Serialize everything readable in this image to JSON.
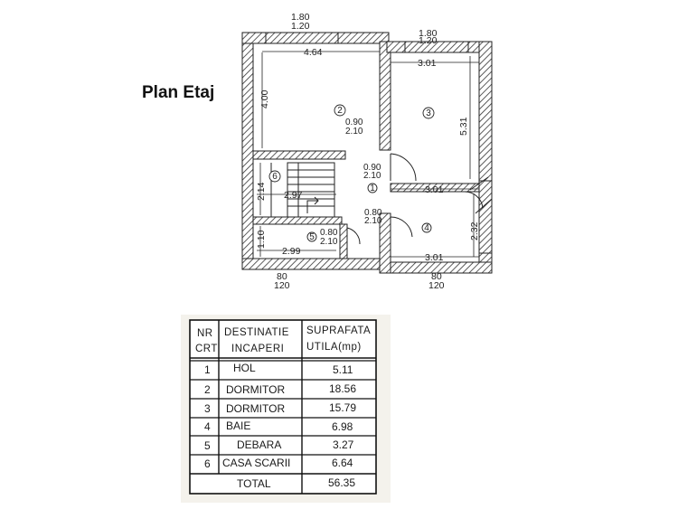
{
  "title": "Plan Etaj",
  "dimensions": {
    "top_left_window": [
      "1.80",
      "1.20"
    ],
    "top_right_window": [
      "1.80",
      "1.20"
    ],
    "bottom_left_window": [
      "80",
      "120"
    ],
    "bottom_right_window": [
      "80",
      "120"
    ],
    "room2_width": "4.64",
    "room2_height": "4.00",
    "room3_width": "3.01",
    "room3_height": "5.31",
    "door_2": [
      "0.90",
      "2.10"
    ],
    "door_1": [
      "0.90",
      "2.10"
    ],
    "door_4": [
      "0.80",
      "2.10"
    ],
    "door_5": [
      "0.80",
      "2.10"
    ],
    "room1_width": "3.01",
    "room4_width": "3.01",
    "room4_height": "2.32",
    "stair_height": "2.14",
    "stair_width": "2.97",
    "room5_height": "1.10",
    "room5_width": "2.99"
  },
  "room_numbers": [
    "1",
    "2",
    "3",
    "4",
    "5",
    "6"
  ],
  "table": {
    "headers": [
      [
        "NR",
        "CRT"
      ],
      [
        "DESTINATIE",
        "INCAPERI"
      ],
      [
        "SUPRAFATA",
        "UTILA(mp)"
      ]
    ],
    "rows": [
      [
        "1",
        "HOL",
        "5.11"
      ],
      [
        "2",
        "DORMITOR",
        "18.56"
      ],
      [
        "3",
        "DORMITOR",
        "15.79"
      ],
      [
        "4",
        "BAIE",
        "6.98"
      ],
      [
        "5",
        "DEBARA",
        "3.27"
      ],
      [
        "6",
        "CASA SCARII",
        "6.64"
      ]
    ],
    "total_label": "TOTAL",
    "total_value": "56.35"
  }
}
